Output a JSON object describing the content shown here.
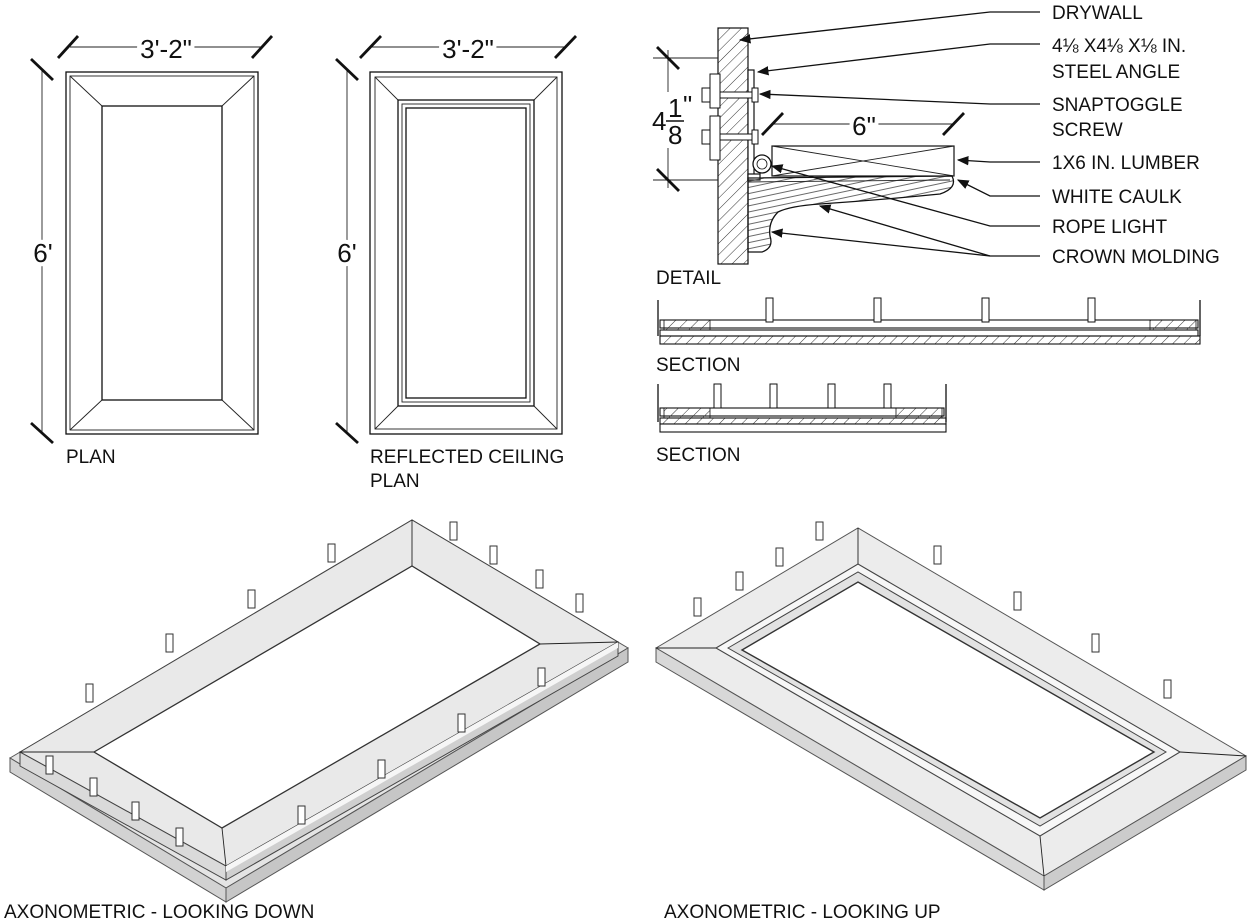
{
  "plan": {
    "width_dim": "3'-2\"",
    "height_dim": "6'",
    "caption": "PLAN"
  },
  "reflected": {
    "width_dim": "3'-2\"",
    "height_dim": "6'",
    "caption_line1": "REFLECTED CEILING",
    "caption_line2": "PLAN"
  },
  "detail": {
    "caption": "DETAIL",
    "height_dim_whole": "4",
    "height_dim_num": "1",
    "height_dim_den": "8",
    "height_dim_unit": "\"",
    "width_dim": "6\"",
    "callouts": {
      "drywall": "DRYWALL",
      "steel_angle_line1": "4⅛ X4⅛ X⅛ IN.",
      "steel_angle_line2": "STEEL ANGLE",
      "snaptoggle_line1": "SNAPTOGGLE",
      "snaptoggle_line2": "SCREW",
      "lumber": "1X6 IN. LUMBER",
      "caulk": "WHITE CAULK",
      "rope_light": "ROPE LIGHT",
      "crown": "CROWN MOLDING"
    }
  },
  "section_long": {
    "caption": "SECTION"
  },
  "section_short": {
    "caption": "SECTION"
  },
  "axo_down": {
    "caption": "AXONOMETRIC - LOOKING DOWN"
  },
  "axo_up": {
    "caption": "AXONOMETRIC - LOOKING UP"
  }
}
